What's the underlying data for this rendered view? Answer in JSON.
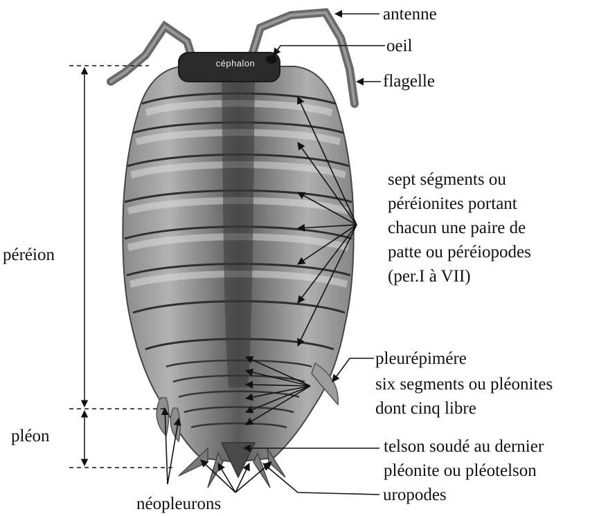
{
  "labels": {
    "antenne": "antenne",
    "oeil": "oeil",
    "flagelle": "flagelle",
    "cephalon": "céphalon",
    "pereion_region": "péréion",
    "pleon_region": "pléon",
    "segments_text": [
      "sept ségments ou",
      "péréionites portant",
      "chacun une paire de",
      "patte ou péréiopodes",
      "(per.I à VII)"
    ],
    "pleurepimere": "pleurépimére",
    "pleonites_text": [
      "six segments ou pléonites",
      "dont cinq libre"
    ],
    "telson_text": [
      "telson soudé au dernier",
      "pléonite ou pléotelson"
    ],
    "uropodes": "uropodes",
    "neopleurons": "néopleurons"
  },
  "colors": {
    "text": "#111111",
    "body_dark": "#3a3a3a",
    "body_mid": "#6e6e6e",
    "body_light": "#a8a8a8",
    "cephalon_fill": "#2c2c2c"
  }
}
